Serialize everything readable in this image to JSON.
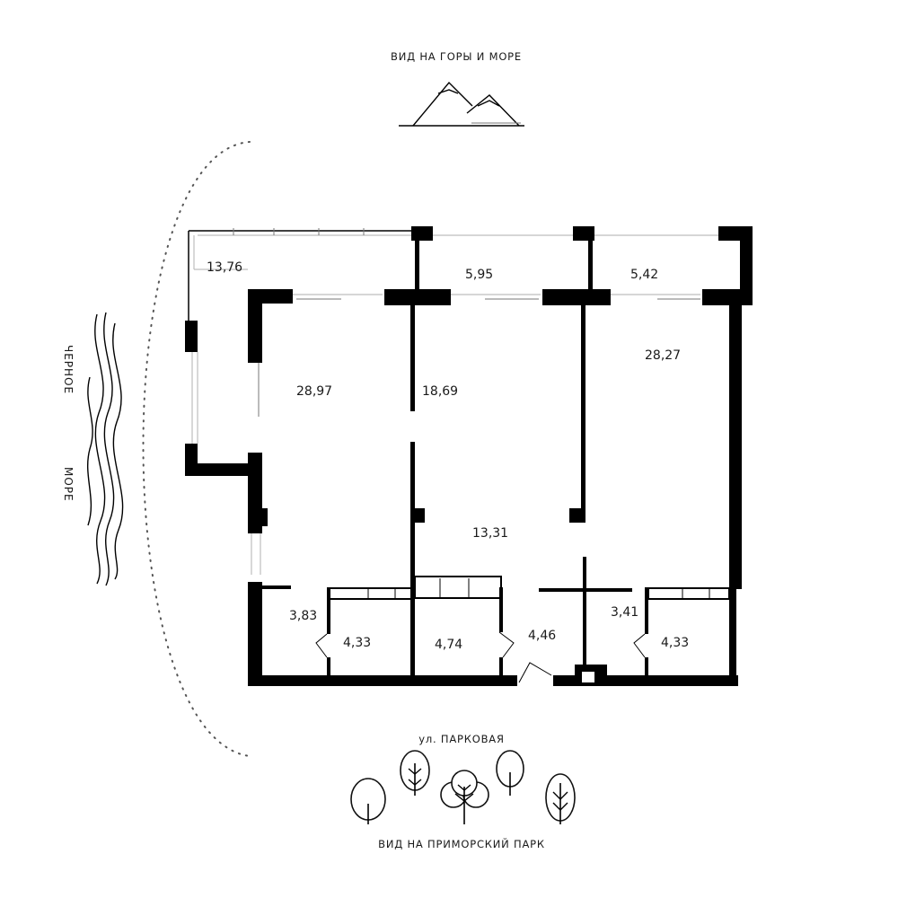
{
  "views": {
    "north": "ВИД НА ГОРЫ И МОРЕ",
    "south": "ВИД НА ПРИМОРСКИЙ ПАРК",
    "street": "ул. ПАРКОВАЯ",
    "sea_word_1": "ЧЕРНОЕ",
    "sea_word_2": "МОРЕ"
  },
  "rooms": [
    {
      "id": "terrace-west",
      "area": "13,76"
    },
    {
      "id": "balcony-center",
      "area": "5,95"
    },
    {
      "id": "balcony-east",
      "area": "5,42"
    },
    {
      "id": "living-room",
      "area": "28,97"
    },
    {
      "id": "bedroom-center",
      "area": "18,69"
    },
    {
      "id": "bedroom-east",
      "area": "28,27"
    },
    {
      "id": "hall",
      "area": "13,31"
    },
    {
      "id": "wardrobe-west",
      "area": "3,83"
    },
    {
      "id": "bathroom-west",
      "area": "4,33"
    },
    {
      "id": "bathroom-center",
      "area": "4,74"
    },
    {
      "id": "corridor",
      "area": "4,46"
    },
    {
      "id": "wardrobe-east",
      "area": "3,41"
    },
    {
      "id": "bathroom-east",
      "area": "4,33"
    }
  ],
  "icons": {
    "north": "mountains-icon",
    "sea": "waves-icon",
    "south": "trees-icon"
  },
  "colors": {
    "walls": "#000000",
    "text": "#1a1a1a",
    "glazing": "#bdbdbd"
  }
}
